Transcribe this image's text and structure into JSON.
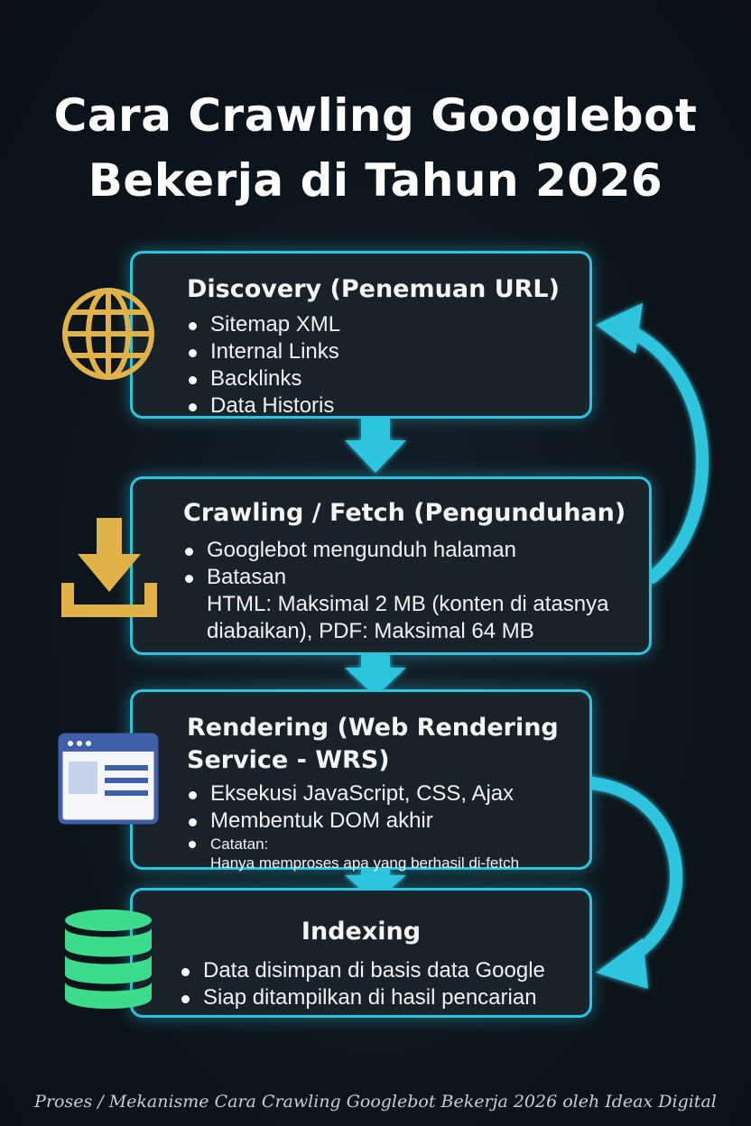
{
  "title_line1": "Cara Crawling Googlebot",
  "title_line2": "Bekerja di Tahun 2026",
  "steps": [
    {
      "heading": "Discovery (Penemuan URL)",
      "icon": "globe-icon",
      "bullets": [
        "Sitemap XML",
        "Internal Links",
        "Backlinks",
        "Data Historis"
      ]
    },
    {
      "heading": "Crawling / Fetch (Pengunduhan)",
      "icon": "download-icon",
      "bullets": [
        "Googlebot mengunduh halaman",
        "Batasan"
      ],
      "detail_line1": "HTML: Maksimal 2 MB (konten di atasnya",
      "detail_line2": "diabaikan), PDF: Maksimal 64 MB"
    },
    {
      "heading_line1": "Rendering (Web Rendering",
      "heading_line2": "Service - WRS)",
      "icon": "browser-window-icon",
      "bullets": [
        "Eksekusi JavaScript, CSS, Ajax",
        "Membentuk DOM akhir",
        "Catatan:"
      ],
      "note": "Hanya memproses apa yang berhasil di-fetch"
    },
    {
      "heading": "Indexing",
      "icon": "database-icon",
      "bullets": [
        "Data disimpan di basis data Google",
        "Siap ditampilkan di hasil pencarian"
      ]
    }
  ],
  "footer": "Proses / Mekanisme Cara Crawling Googlebot Bekerja 2026 oleh Ideax Digital",
  "colors": {
    "accent": "#2fc4de",
    "icon_gold": "#e2b24a",
    "icon_blue": "#3f5fa8",
    "icon_green": "#3ddc8c",
    "card_bg": "#1a2229"
  }
}
